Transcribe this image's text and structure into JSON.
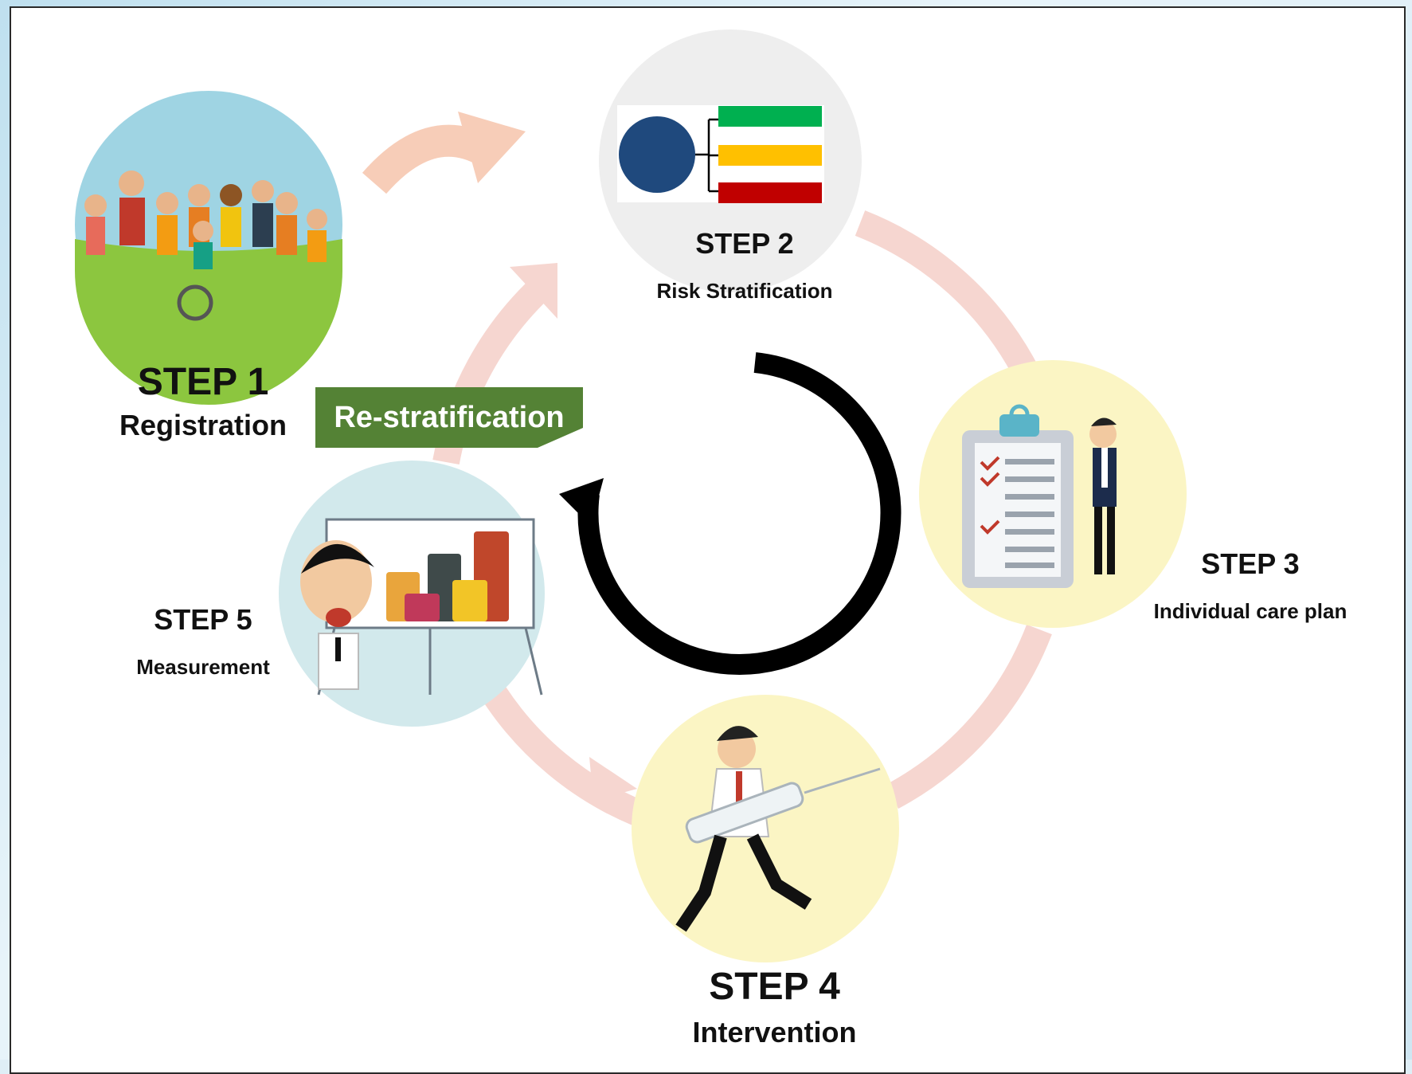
{
  "steps": [
    {
      "id": 1,
      "title": "STEP 1",
      "subtitle": "Registration",
      "icon": "people-group-icon"
    },
    {
      "id": 2,
      "title": "STEP 2",
      "subtitle": "Risk Stratification",
      "icon": "risk-tiers-icon"
    },
    {
      "id": 3,
      "title": "STEP 3",
      "subtitle": "Individual care plan",
      "icon": "clipboard-checklist-icon"
    },
    {
      "id": 4,
      "title": "STEP 4",
      "subtitle": "Intervention",
      "icon": "syringe-doctor-icon"
    },
    {
      "id": 5,
      "title": "STEP 5",
      "subtitle": "Measurement",
      "icon": "presentation-chart-icon"
    }
  ],
  "restratification_label": "Re-stratification",
  "colors": {
    "cycle_arrow": "#f4cfc8",
    "entry_arrow": "#f7cbb4",
    "center_arrow": "#000000",
    "restrat_badge": "#548235",
    "risk_high": "#c00000",
    "risk_medium": "#ffc000",
    "risk_low": "#00b050",
    "risk_node": "#1f497d"
  }
}
